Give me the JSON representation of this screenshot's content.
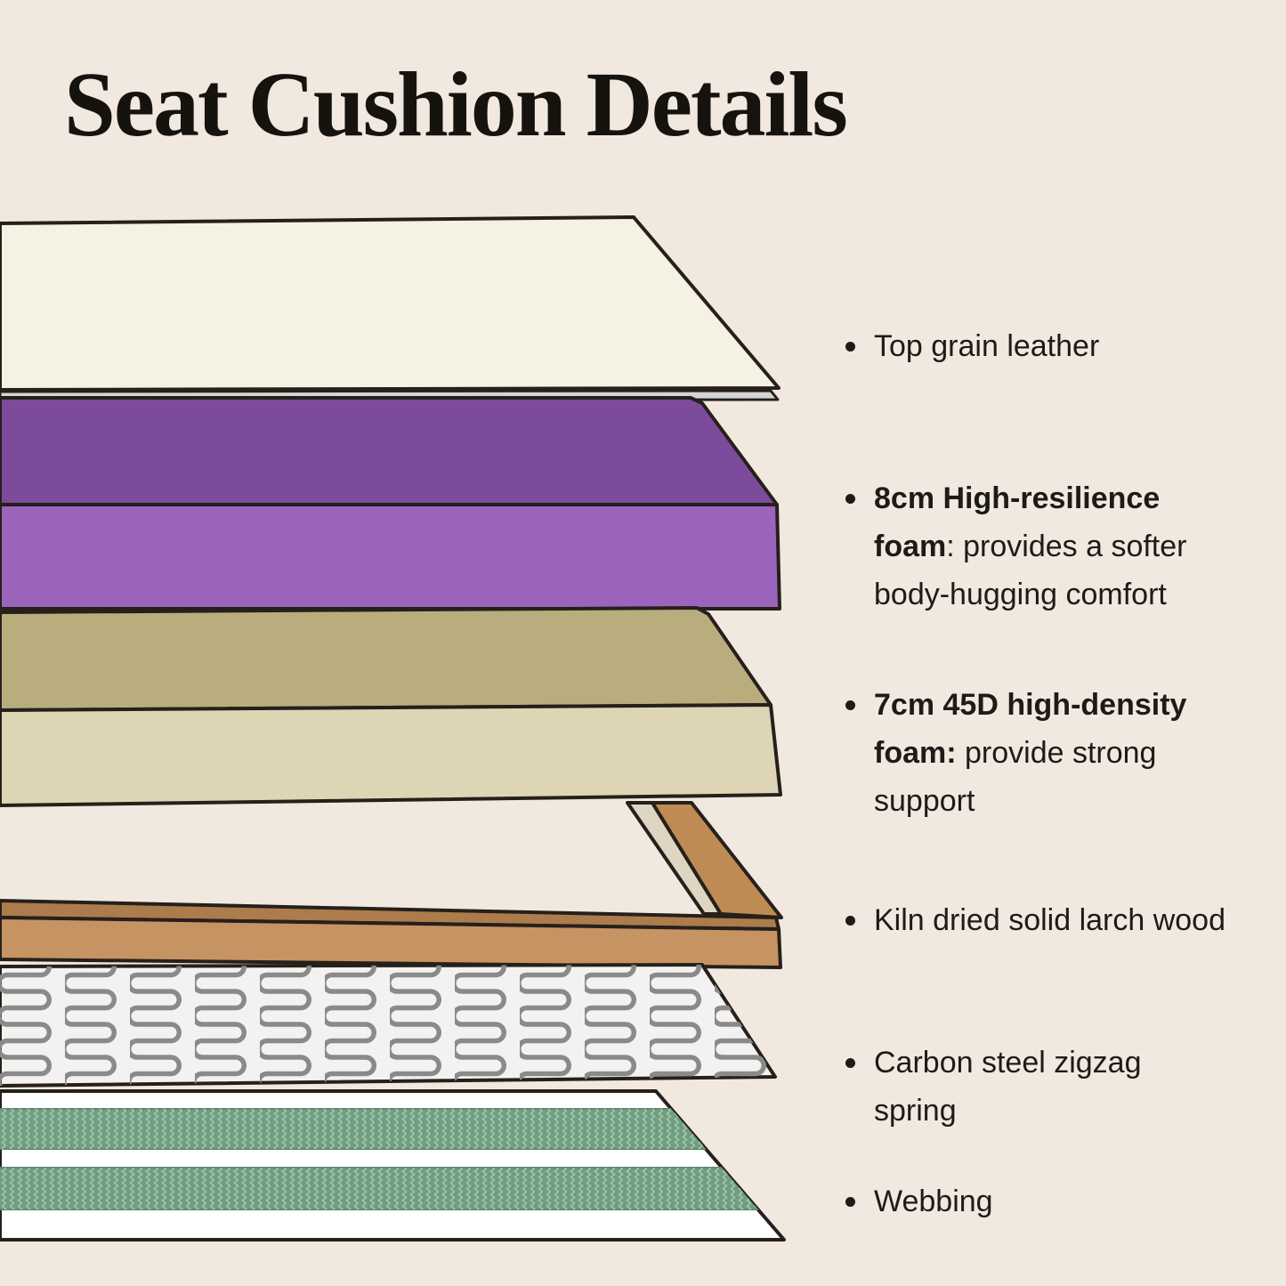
{
  "title": "Seat Cushion Details",
  "bullets": [
    {
      "bold": "",
      "text": "Top grain leather"
    },
    {
      "bold": "8cm High-resilience foam",
      "text": ": provides a softer body-hugging comfort"
    },
    {
      "bold": "7cm 45D high-density foam:",
      "text": " provide strong support"
    },
    {
      "bold": "",
      "text": "Kiln dried solid larch wood"
    },
    {
      "bold": "",
      "text": "Carbon steel zigzag spring"
    },
    {
      "bold": "",
      "text": "Webbing"
    }
  ],
  "layers": [
    {
      "name": "top-grain-leather"
    },
    {
      "name": "high-resilience-foam-8cm"
    },
    {
      "name": "high-density-foam-7cm-45d"
    },
    {
      "name": "kiln-dried-larch-wood-frame"
    },
    {
      "name": "carbon-steel-zigzag-spring"
    },
    {
      "name": "webbing"
    }
  ],
  "colors": {
    "background": "#f1e8e0",
    "outline": "#26201b",
    "text": "#1d1b18",
    "title": "#16130f",
    "leather_top": "#f5f1e3",
    "leather_edge": "#d4d5d5",
    "hr_foam_top": "#7c4b9c",
    "hr_foam_front": "#9c64bd",
    "hd_foam_top": "#b9ad7e",
    "hd_foam_front": "#ddd5b4",
    "wood_top": "#ac7c4c",
    "wood_front": "#c69363",
    "wood_diagonal": "#bf8b55",
    "wood_inner": "#ded5c2",
    "spring_bg": "#f3f2f1",
    "spring_wire": "#8a8a8a",
    "webbing_bg": "#ffffff",
    "webbing_band": "#6f9e80",
    "webbing_chevron": "#a3c2ab"
  }
}
